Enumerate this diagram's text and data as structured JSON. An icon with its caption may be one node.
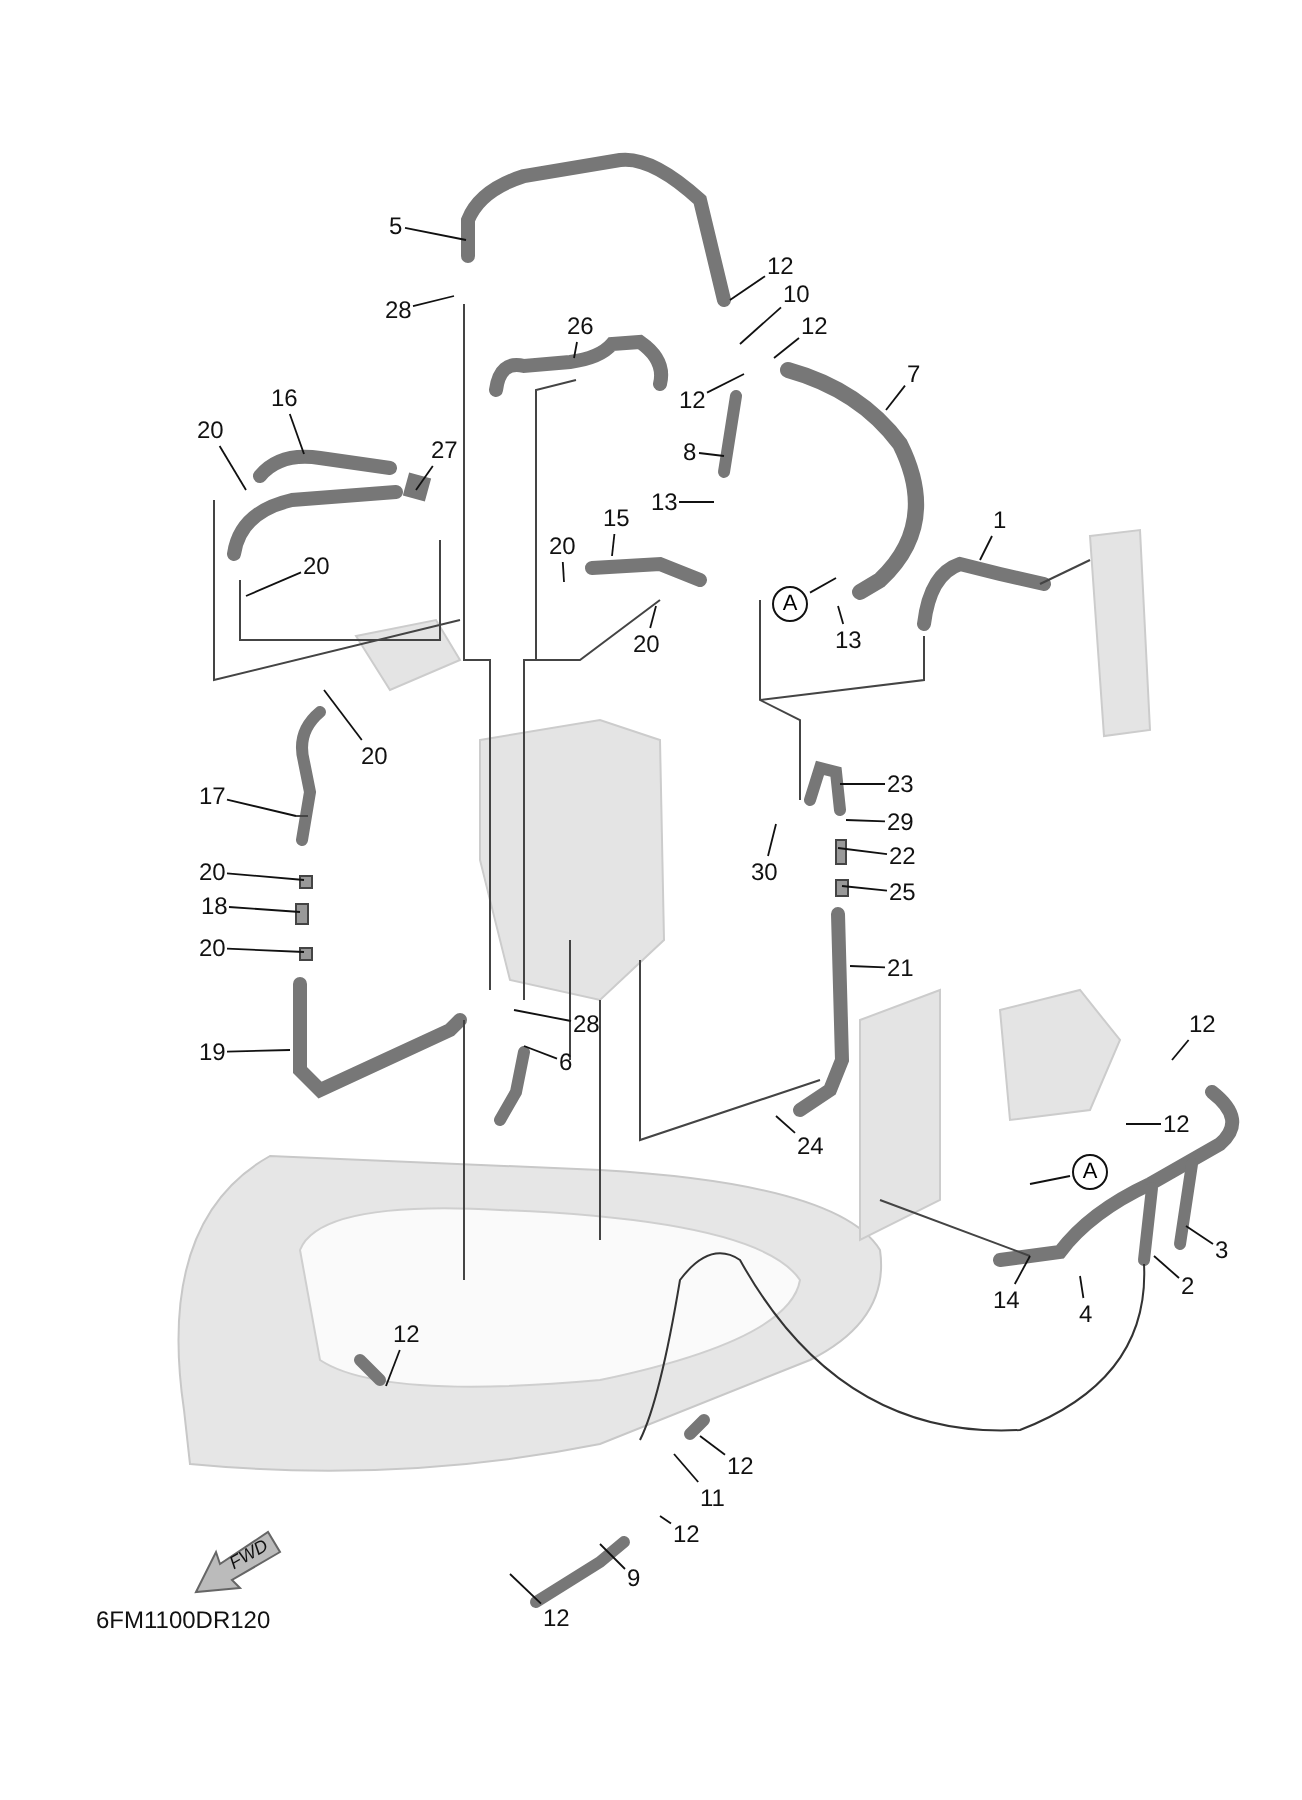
{
  "diagram": {
    "nodes": [
      {
        "text": [
          "5"
        ]
      },
      {
        "text": [
          "12"
        ]
      },
      {
        "text": [
          "10"
        ]
      },
      {
        "text": [
          "28"
        ]
      },
      {
        "text": [
          "26"
        ]
      },
      {
        "text": [
          "12"
        ]
      },
      {
        "text": [
          "7"
        ]
      },
      {
        "text": [
          "16"
        ]
      },
      {
        "text": [
          "12"
        ]
      },
      {
        "text": [
          "20"
        ]
      },
      {
        "text": [
          "27"
        ]
      },
      {
        "text": [
          "8"
        ]
      },
      {
        "text": [
          "13"
        ]
      },
      {
        "text": [
          "15"
        ]
      },
      {
        "text": [
          "1"
        ]
      },
      {
        "text": [
          "20"
        ]
      },
      {
        "text": [
          "20"
        ]
      },
      {
        "text": [
          "A"
        ]
      },
      {
        "text": [
          "20"
        ]
      },
      {
        "text": [
          "13"
        ]
      },
      {
        "text": [
          "20"
        ]
      },
      {
        "text": [
          "23"
        ]
      },
      {
        "text": [
          "17"
        ]
      },
      {
        "text": [
          "29"
        ]
      },
      {
        "text": [
          "22"
        ]
      },
      {
        "text": [
          "30"
        ]
      },
      {
        "text": [
          "20"
        ]
      },
      {
        "text": [
          "25"
        ]
      },
      {
        "text": [
          "18"
        ]
      },
      {
        "text": [
          "20"
        ]
      },
      {
        "text": [
          "21"
        ]
      },
      {
        "text": [
          "28"
        ]
      },
      {
        "text": [
          "12"
        ]
      },
      {
        "text": [
          "19"
        ]
      },
      {
        "text": [
          "6"
        ]
      },
      {
        "text": [
          "12"
        ]
      },
      {
        "text": [
          "24"
        ]
      },
      {
        "text": [
          "A"
        ]
      },
      {
        "text": [
          "3"
        ]
      },
      {
        "text": [
          "2"
        ]
      },
      {
        "text": [
          "14"
        ]
      },
      {
        "text": [
          "4"
        ]
      },
      {
        "text": [
          "12"
        ]
      },
      {
        "text": [
          "12"
        ]
      },
      {
        "text": [
          "11"
        ]
      },
      {
        "text": [
          "12"
        ]
      },
      {
        "text": [
          "9"
        ]
      },
      {
        "text": [
          "12"
        ]
      }
    ],
    "edges": [
      {
        "from": 0,
        "to": null,
        "arrow": "none"
      },
      {
        "from": 1,
        "to": null,
        "arrow": "none"
      },
      {
        "from": 2,
        "to": null,
        "arrow": "none"
      },
      {
        "from": 3,
        "to": null,
        "arrow": "none"
      },
      {
        "from": 4,
        "to": null,
        "arrow": "none"
      },
      {
        "from": 5,
        "to": null,
        "arrow": "none"
      },
      {
        "from": 6,
        "to": null,
        "arrow": "none"
      },
      {
        "from": 7,
        "to": null,
        "arrow": "none"
      },
      {
        "from": 8,
        "to": null,
        "arrow": "none"
      },
      {
        "from": 9,
        "to": null,
        "arrow": "none"
      },
      {
        "from": 10,
        "to": null,
        "arrow": "none"
      },
      {
        "from": 11,
        "to": null,
        "arrow": "none"
      },
      {
        "from": 12,
        "to": null,
        "arrow": "none"
      },
      {
        "from": 13,
        "to": null,
        "arrow": "none"
      },
      {
        "from": 14,
        "to": null,
        "arrow": "none"
      },
      {
        "from": 15,
        "to": null,
        "arrow": "none"
      },
      {
        "from": 16,
        "to": null,
        "arrow": "none"
      },
      {
        "from": 17,
        "to": null,
        "arrow": "none"
      },
      {
        "from": 18,
        "to": null,
        "arrow": "none"
      },
      {
        "from": 19,
        "to": null,
        "arrow": "none"
      },
      {
        "from": 20,
        "to": null,
        "arrow": "none"
      },
      {
        "from": 21,
        "to": null,
        "arrow": "none"
      },
      {
        "from": 22,
        "to": null,
        "arrow": "none"
      },
      {
        "from": 23,
        "to": null,
        "arrow": "none"
      },
      {
        "from": 24,
        "to": null,
        "arrow": "none"
      },
      {
        "from": 25,
        "to": null,
        "arrow": "none"
      },
      {
        "from": 26,
        "to": null,
        "arrow": "none"
      },
      {
        "from": 27,
        "to": null,
        "arrow": "none"
      },
      {
        "from": 28,
        "to": null,
        "arrow": "none"
      },
      {
        "from": 29,
        "to": null,
        "arrow": "none"
      },
      {
        "from": 30,
        "to": null,
        "arrow": "none"
      },
      {
        "from": 31,
        "to": null,
        "arrow": "none"
      },
      {
        "from": 32,
        "to": null,
        "arrow": "none"
      },
      {
        "from": 33,
        "to": null,
        "arrow": "none"
      },
      {
        "from": 34,
        "to": null,
        "arrow": "none"
      },
      {
        "from": 35,
        "to": null,
        "arrow": "none"
      },
      {
        "from": 36,
        "to": null,
        "arrow": "none"
      },
      {
        "from": 37,
        "to": null,
        "arrow": "none"
      },
      {
        "from": 38,
        "to": null,
        "arrow": "none"
      },
      {
        "from": 39,
        "to": null,
        "arrow": "none"
      },
      {
        "from": 40,
        "to": null,
        "arrow": "none"
      },
      {
        "from": 41,
        "to": null,
        "arrow": "none"
      },
      {
        "from": 42,
        "to": null,
        "arrow": "none"
      },
      {
        "from": 43,
        "to": null,
        "arrow": "none"
      },
      {
        "from": 44,
        "to": null,
        "arrow": "none"
      },
      {
        "from": 45,
        "to": null,
        "arrow": "none"
      },
      {
        "from": 46,
        "to": null,
        "arrow": "none"
      },
      {
        "from": 47,
        "to": null,
        "arrow": "none"
      }
    ],
    "labels": [
      "FWD",
      "6FM1100DR120"
    ]
  }
}
